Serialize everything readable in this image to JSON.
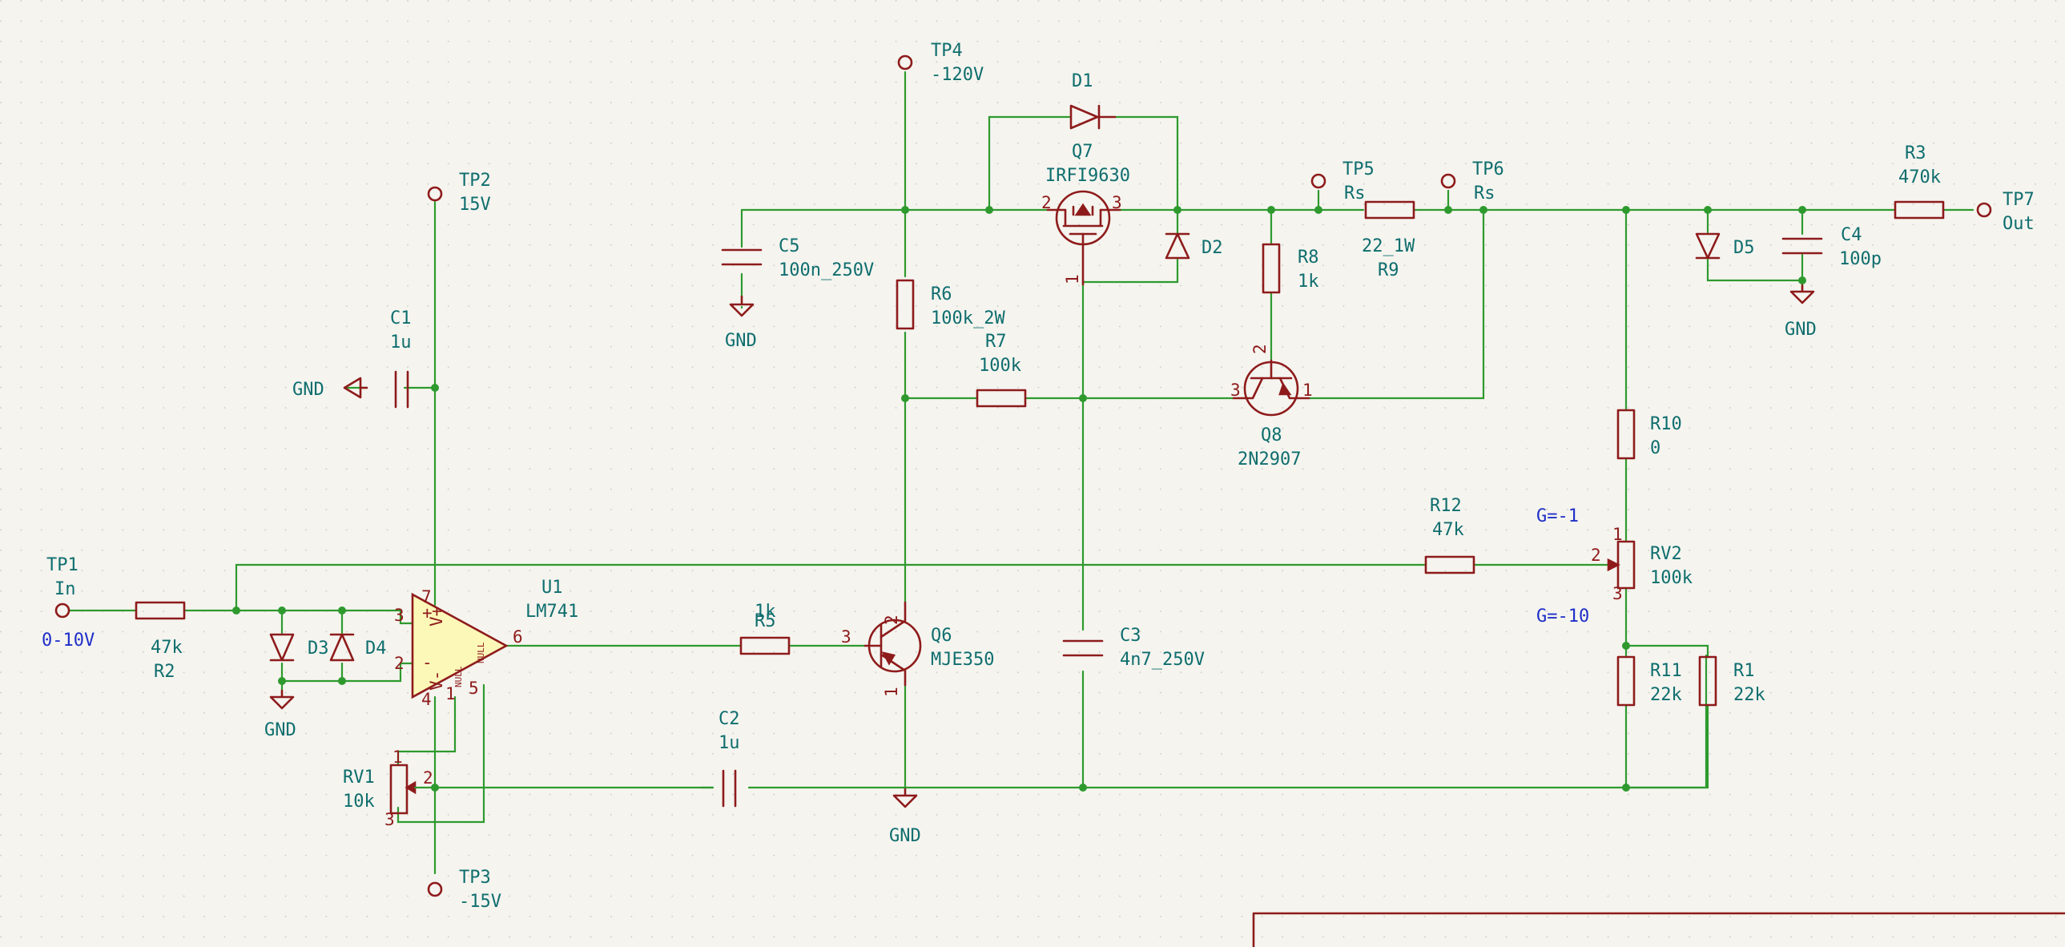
{
  "components": {
    "tp1": {
      "ref": "TP1",
      "value": "In",
      "note": "0-10V"
    },
    "tp2": {
      "ref": "TP2",
      "value": "15V"
    },
    "tp3": {
      "ref": "TP3",
      "value": "-15V"
    },
    "tp4": {
      "ref": "TP4",
      "value": "-120V"
    },
    "tp5": {
      "ref": "TP5",
      "value": "Rs"
    },
    "tp6": {
      "ref": "TP6",
      "value": "Rs"
    },
    "tp7": {
      "ref": "TP7",
      "value": "Out"
    },
    "r1": {
      "ref": "R1",
      "value": "22k"
    },
    "r2": {
      "ref": "R2",
      "value": "47k"
    },
    "r3": {
      "ref": "R3",
      "value": "470k"
    },
    "r5": {
      "ref": "R5",
      "value": "1k"
    },
    "r6": {
      "ref": "R6",
      "value": "100k_2W"
    },
    "r7": {
      "ref": "R7",
      "value": "100k"
    },
    "r8": {
      "ref": "R8",
      "value": "1k"
    },
    "r9": {
      "ref": "R9",
      "value": "22_1W"
    },
    "r10": {
      "ref": "R10",
      "value": "0"
    },
    "r11": {
      "ref": "R11",
      "value": "22k"
    },
    "r12": {
      "ref": "R12",
      "value": "47k"
    },
    "rv1": {
      "ref": "RV1",
      "value": "10k"
    },
    "rv2": {
      "ref": "RV2",
      "value": "100k",
      "gain_top": "G=-1",
      "gain_bottom": "G=-10"
    },
    "c1": {
      "ref": "C1",
      "value": "1u"
    },
    "c2": {
      "ref": "C2",
      "value": "1u"
    },
    "c3": {
      "ref": "C3",
      "value": "4n7_250V"
    },
    "c4": {
      "ref": "C4",
      "value": "100p"
    },
    "c5": {
      "ref": "C5",
      "value": "100n_250V"
    },
    "d1": {
      "ref": "D1"
    },
    "d2": {
      "ref": "D2"
    },
    "d3": {
      "ref": "D3"
    },
    "d4": {
      "ref": "D4"
    },
    "d5": {
      "ref": "D5"
    },
    "q6": {
      "ref": "Q6",
      "value": "MJE350"
    },
    "q7": {
      "ref": "Q7",
      "value": "IRFI9630"
    },
    "q8": {
      "ref": "Q8",
      "value": "2N2907"
    },
    "u1": {
      "ref": "U1",
      "value": "LM741",
      "pin_vp": "V+",
      "pin_vm": "V-",
      "pin_plus": "+",
      "pin_minus": "-",
      "pin_null": "NULL"
    }
  },
  "gnd_label": "GND",
  "pins": {
    "n1": "1",
    "n2": "2",
    "n3": "3",
    "n4": "4",
    "n5": "5",
    "n6": "6",
    "n7": "7"
  }
}
